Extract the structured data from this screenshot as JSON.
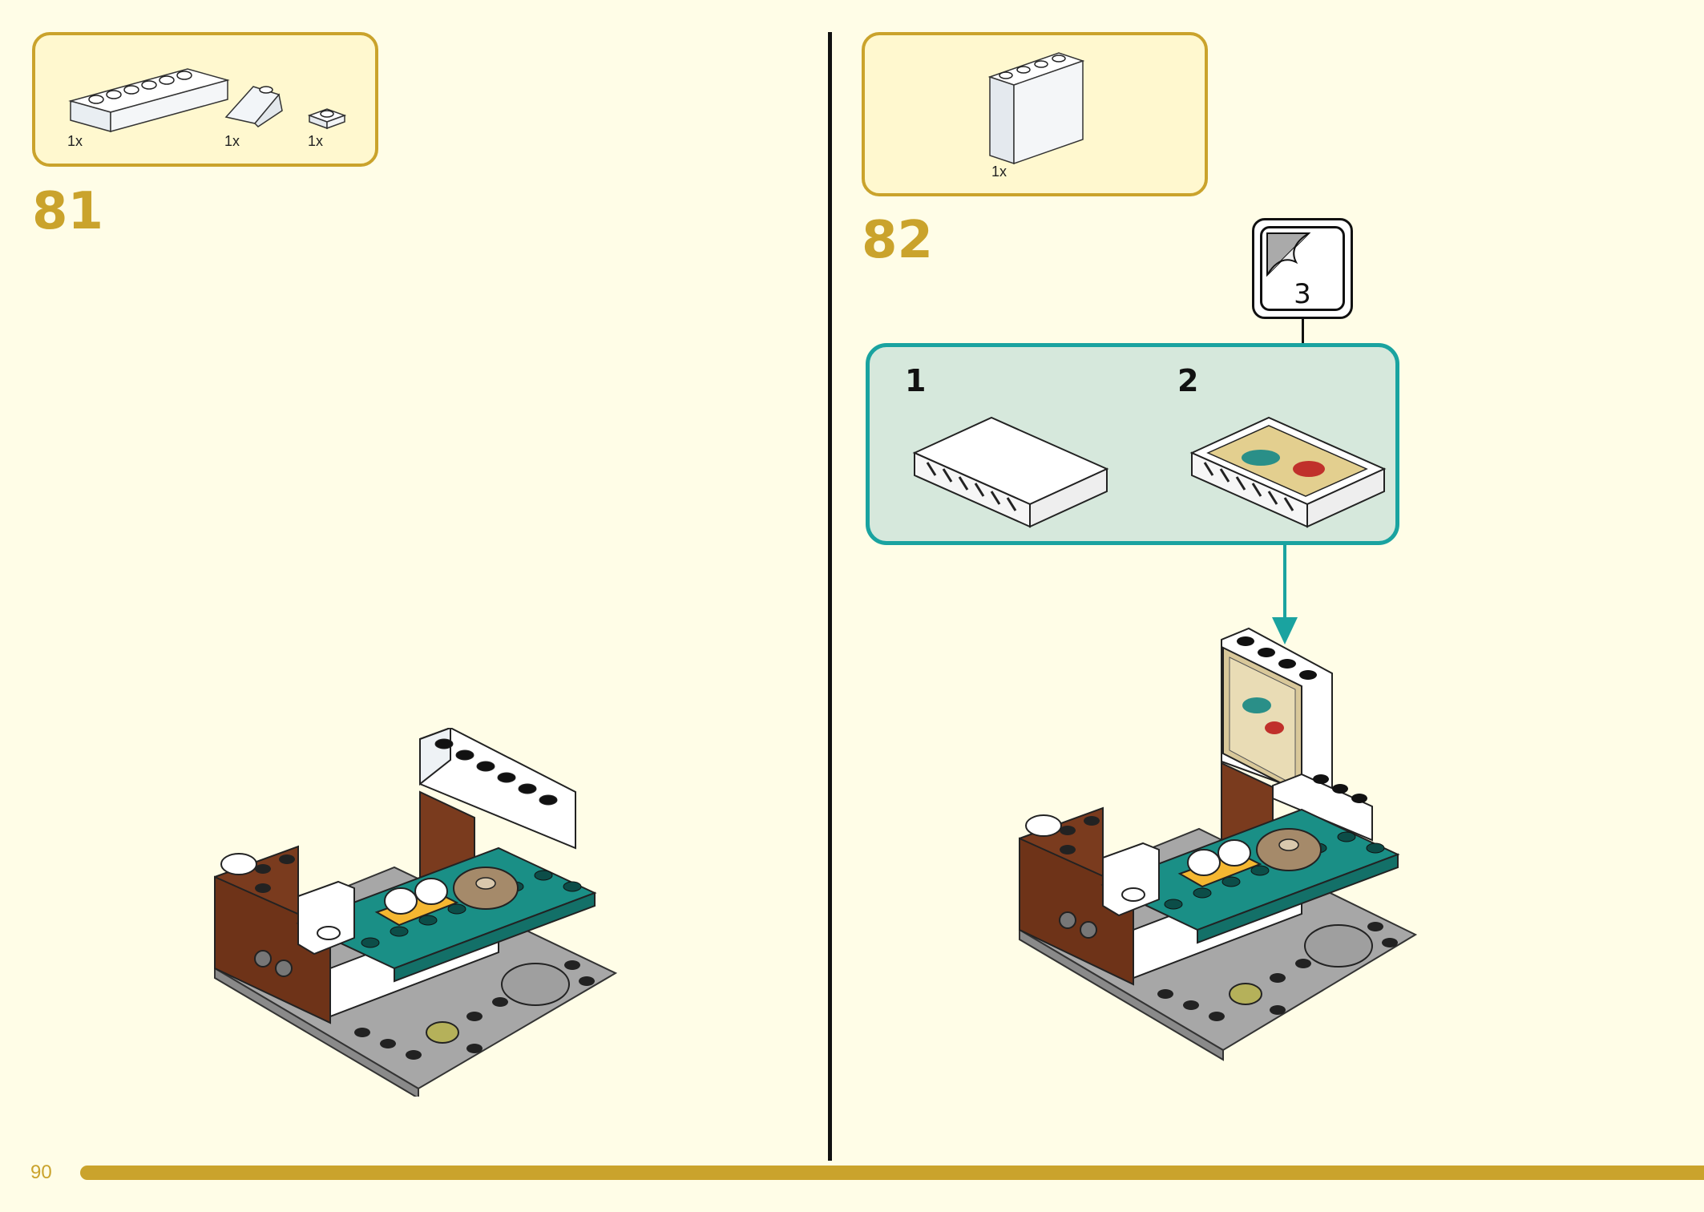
{
  "page": {
    "number": "90"
  },
  "step81": {
    "number": "81",
    "parts": [
      {
        "qty": "1x",
        "icon": "white-brick-1x6"
      },
      {
        "qty": "1x",
        "icon": "white-slope-1x2"
      },
      {
        "qty": "1x",
        "icon": "white-plate-1x1"
      }
    ]
  },
  "step82": {
    "number": "82",
    "parts": [
      {
        "qty": "1x",
        "icon": "white-brick-1x4x3"
      }
    ],
    "substeps": [
      {
        "label": "1"
      },
      {
        "label": "2"
      }
    ],
    "sticker": {
      "number": "3"
    }
  },
  "colors": {
    "page_background": "#fffde7",
    "accent_gold": "#caa32c",
    "parts_box_fill": "#fff8cf",
    "substep_border": "#1aa3a0",
    "substep_fill": "#d6e8dc",
    "brick_brown": "#7a3b1e",
    "brick_teal": "#1a8f86",
    "plate_gray": "#9a9a9a"
  }
}
